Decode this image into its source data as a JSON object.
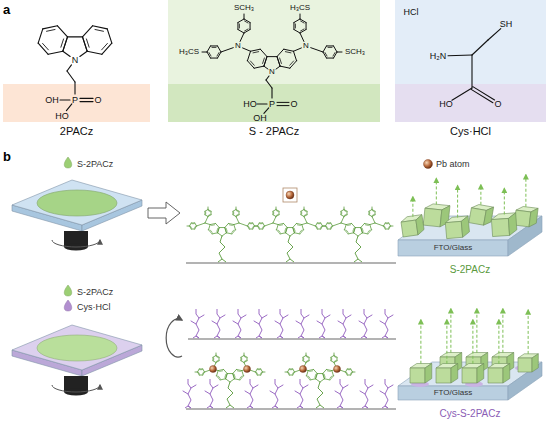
{
  "diagram": {
    "nodes": [
      {
        "text": [
          "2PACz"
        ]
      },
      {
        "text": [
          "S - 2PACz"
        ]
      },
      {
        "text": [
          "Cys·HCl"
        ]
      }
    ],
    "labels": [
      "a",
      "N",
      "OH",
      "P",
      "O",
      "HO",
      "SCH₃",
      "H₃CS",
      "H₃CS",
      "N",
      "N",
      "N",
      "SCH₃",
      "HO",
      "P",
      "O",
      "OH",
      "HCl",
      "SH",
      "H₂N",
      "HO",
      "O",
      "b",
      "S-2PACz",
      "Pb atom",
      "FTO/Glass",
      "S-2PACz",
      "S-2PACz",
      "Cys·HCl",
      "FTO/Glass",
      "Cys-S-2PACz"
    ]
  }
}
